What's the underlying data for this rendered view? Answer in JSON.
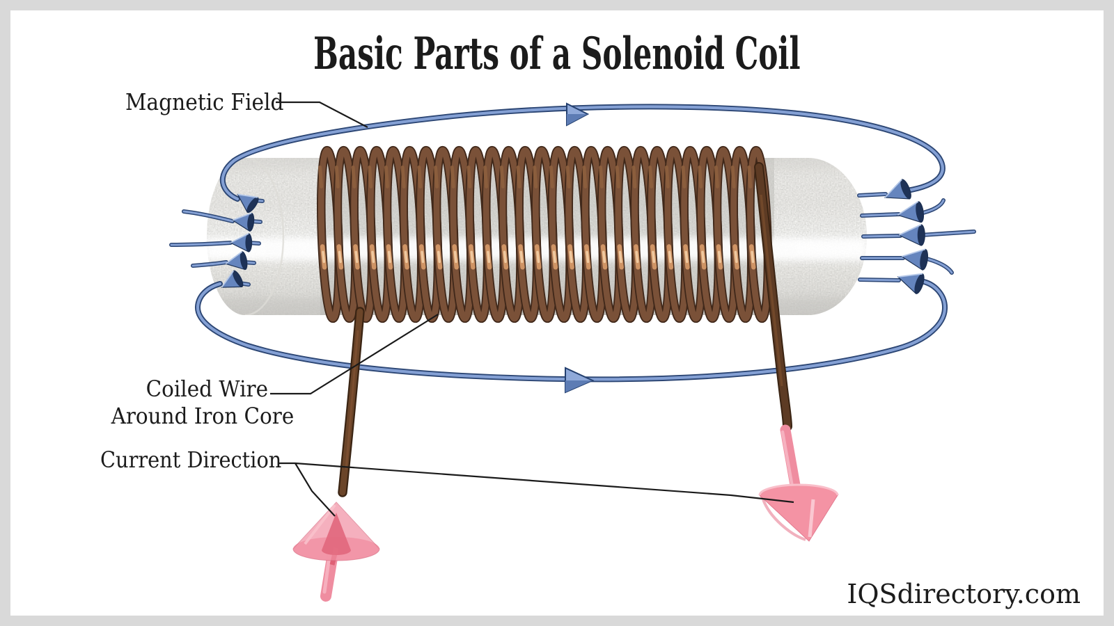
{
  "title": "Basic Parts of a Solenoid Coil",
  "watermark": "IQSdirectory.com",
  "diagram": {
    "labels": {
      "magnetic_field": "Magnetic Field",
      "coiled_wire_line1": "Coiled Wire",
      "coiled_wire_line2": "Around Iron Core",
      "current_direction": "Current Direction"
    },
    "solenoid": {
      "turns": 27
    },
    "colors": {
      "field_line_light": "#84a0d4",
      "field_line_dark": "#2c4674",
      "field_arrow": "#8fa9d9",
      "cone_fill": "#6585be",
      "cone_base": "#16294b",
      "coil_wire": "#7a5138",
      "coil_wire_dark": "#40281a",
      "coil_highlight": "#cf9465",
      "core_base": "#f2f1ee",
      "current_arrow": "#f493a4",
      "current_arrow_inner": "#c21f36",
      "wire_lead": "#5d3b24",
      "callout": "#1a1a1a",
      "frame": "#d9d9d9",
      "text": "#1b1b1b"
    }
  }
}
